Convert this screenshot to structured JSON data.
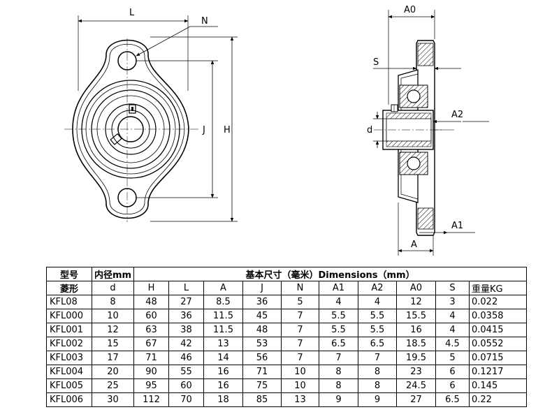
{
  "drawing": {
    "front_labels": {
      "L": "L",
      "N": "N",
      "J": "J",
      "H": "H"
    },
    "side_labels": {
      "A0": "A0",
      "S": "S",
      "d": "d",
      "A2": "A2",
      "A1": "A1",
      "A": "A"
    }
  },
  "table": {
    "header1": [
      "型号",
      "内径mm",
      "基本尺寸（毫米）Dimensions（mm）"
    ],
    "header2": [
      "菱形",
      "d",
      "H",
      "L",
      "A",
      "J",
      "N",
      "A1",
      "A2",
      "A0",
      "S",
      "重量KG"
    ],
    "rows": [
      [
        "KFL08",
        "8",
        "48",
        "27",
        "8.5",
        "36",
        "5",
        "4",
        "4",
        "12",
        "3",
        "0.022"
      ],
      [
        "KFL000",
        "10",
        "60",
        "36",
        "11.5",
        "45",
        "7",
        "5.5",
        "5.5",
        "15.5",
        "4",
        "0.0358"
      ],
      [
        "KFL001",
        "12",
        "63",
        "38",
        "11.5",
        "48",
        "7",
        "5.5",
        "5.5",
        "16",
        "4",
        "0.0415"
      ],
      [
        "KFL002",
        "15",
        "67",
        "42",
        "13",
        "53",
        "7",
        "6.5",
        "6.5",
        "18.5",
        "4.5",
        "0.0552"
      ],
      [
        "KFL003",
        "17",
        "71",
        "46",
        "14",
        "56",
        "7",
        "7",
        "7",
        "19.5",
        "5",
        "0.0715"
      ],
      [
        "KFL004",
        "20",
        "90",
        "55",
        "16",
        "71",
        "10",
        "8",
        "8",
        "23",
        "6",
        "0.1217"
      ],
      [
        "KFL005",
        "25",
        "95",
        "60",
        "16",
        "75",
        "10",
        "8",
        "8",
        "24.5",
        "6",
        "0.145"
      ],
      [
        "KFL006",
        "30",
        "112",
        "70",
        "18",
        "85",
        "13",
        "9",
        "9",
        "27",
        "6.5",
        "0.22"
      ]
    ]
  }
}
